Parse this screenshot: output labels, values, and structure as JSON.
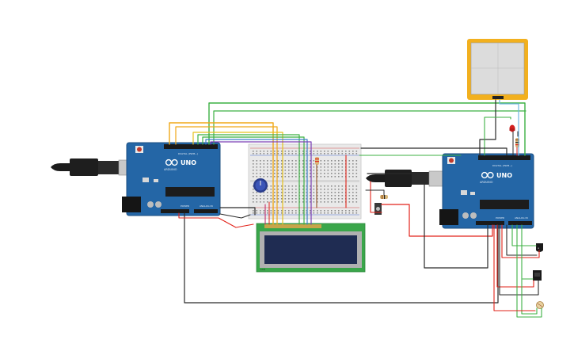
{
  "boards": {
    "left": {
      "model_label": "UNO",
      "subtitle": "ARDUINO",
      "power_label": "POWER",
      "analog_label": "ANALOG IN",
      "digital_label": "DIGITAL (PWM~)"
    },
    "right": {
      "model_label": "UNO",
      "subtitle": "ARDUINO",
      "power_label": "POWER",
      "analog_label": "ANALOG IN",
      "digital_label": "DIGITAL (PWM~)"
    }
  },
  "display": {
    "label": "LCD"
  },
  "colors": {
    "board": "#2466a6",
    "board_edge": "#1c4f82",
    "breadboard": "#e9e9e9",
    "lcd_pcb": "#3aa64a",
    "lcd_screen": "#1f2c52",
    "touchscreen_frame": "#f2b01e",
    "wire_green": "#3cb043",
    "wire_red": "#e2231a",
    "wire_black": "#2a2a2a",
    "wire_orange": "#f0a818",
    "wire_purple": "#7a3fb5",
    "wire_blue": "#3d7fc9",
    "wire_yellow": "#e7c21d",
    "wire_lightblue": "#6fb6e3"
  },
  "components": [
    "arduino-uno-left",
    "arduino-uno-right",
    "usb-cable-left",
    "usb-cable-right",
    "breadboard",
    "potentiometer",
    "lcd-16x2",
    "touchscreen-panel",
    "red-led",
    "resistor",
    "pushbutton",
    "temperature-sensor",
    "tilt-sensor",
    "photoresistor"
  ]
}
